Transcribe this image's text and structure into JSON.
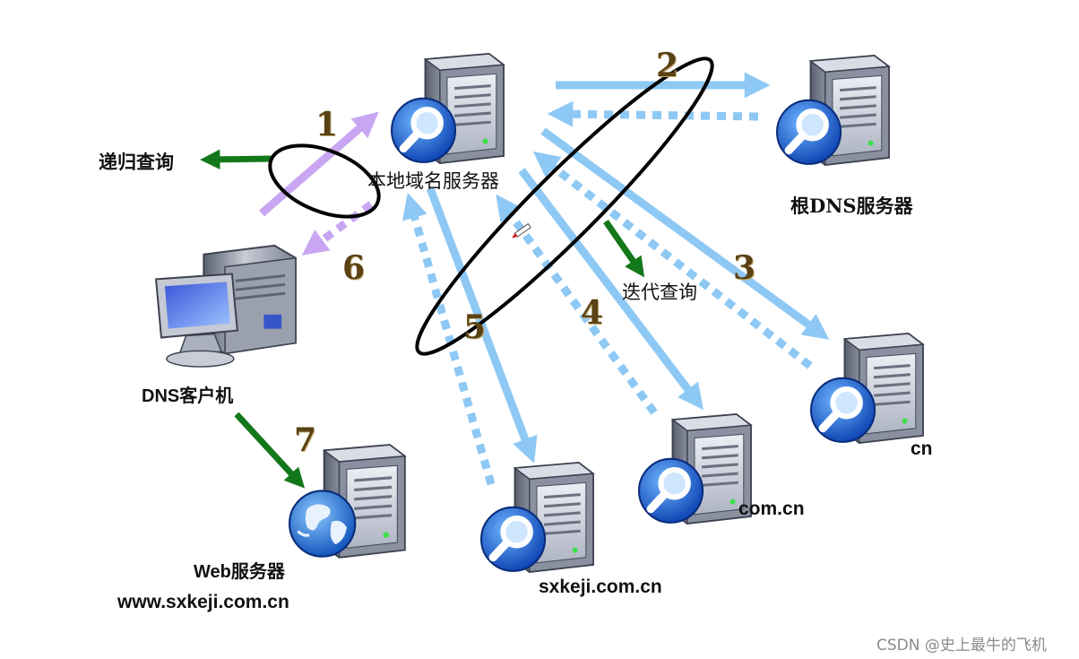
{
  "labels": {
    "local_server": "本地域名服务器",
    "root_server": "根DNS服务器",
    "recursive": "递归查询",
    "iterative": "迭代查询",
    "client": "DNS客户机",
    "web_server": "Web服务器",
    "web_host": "www.sxkeji.com.cn",
    "cn_server": "cn",
    "comcn_server": "com.cn",
    "sxkeji_server": "sxkeji.com.cn"
  },
  "steps": [
    "1",
    "2",
    "3",
    "4",
    "5",
    "6",
    "7"
  ],
  "watermark": "CSDN @史上最牛的飞机",
  "colors": {
    "request_arrow": "#8ec8f4",
    "recursive_arrow": "#c9a6f2",
    "query_type_arrow": "#13781a",
    "ellipse": "#000000"
  },
  "icons": {
    "server": "server-tower-magnifier-icon",
    "web": "server-tower-globe-icon",
    "client": "desktop-computer-icon"
  }
}
